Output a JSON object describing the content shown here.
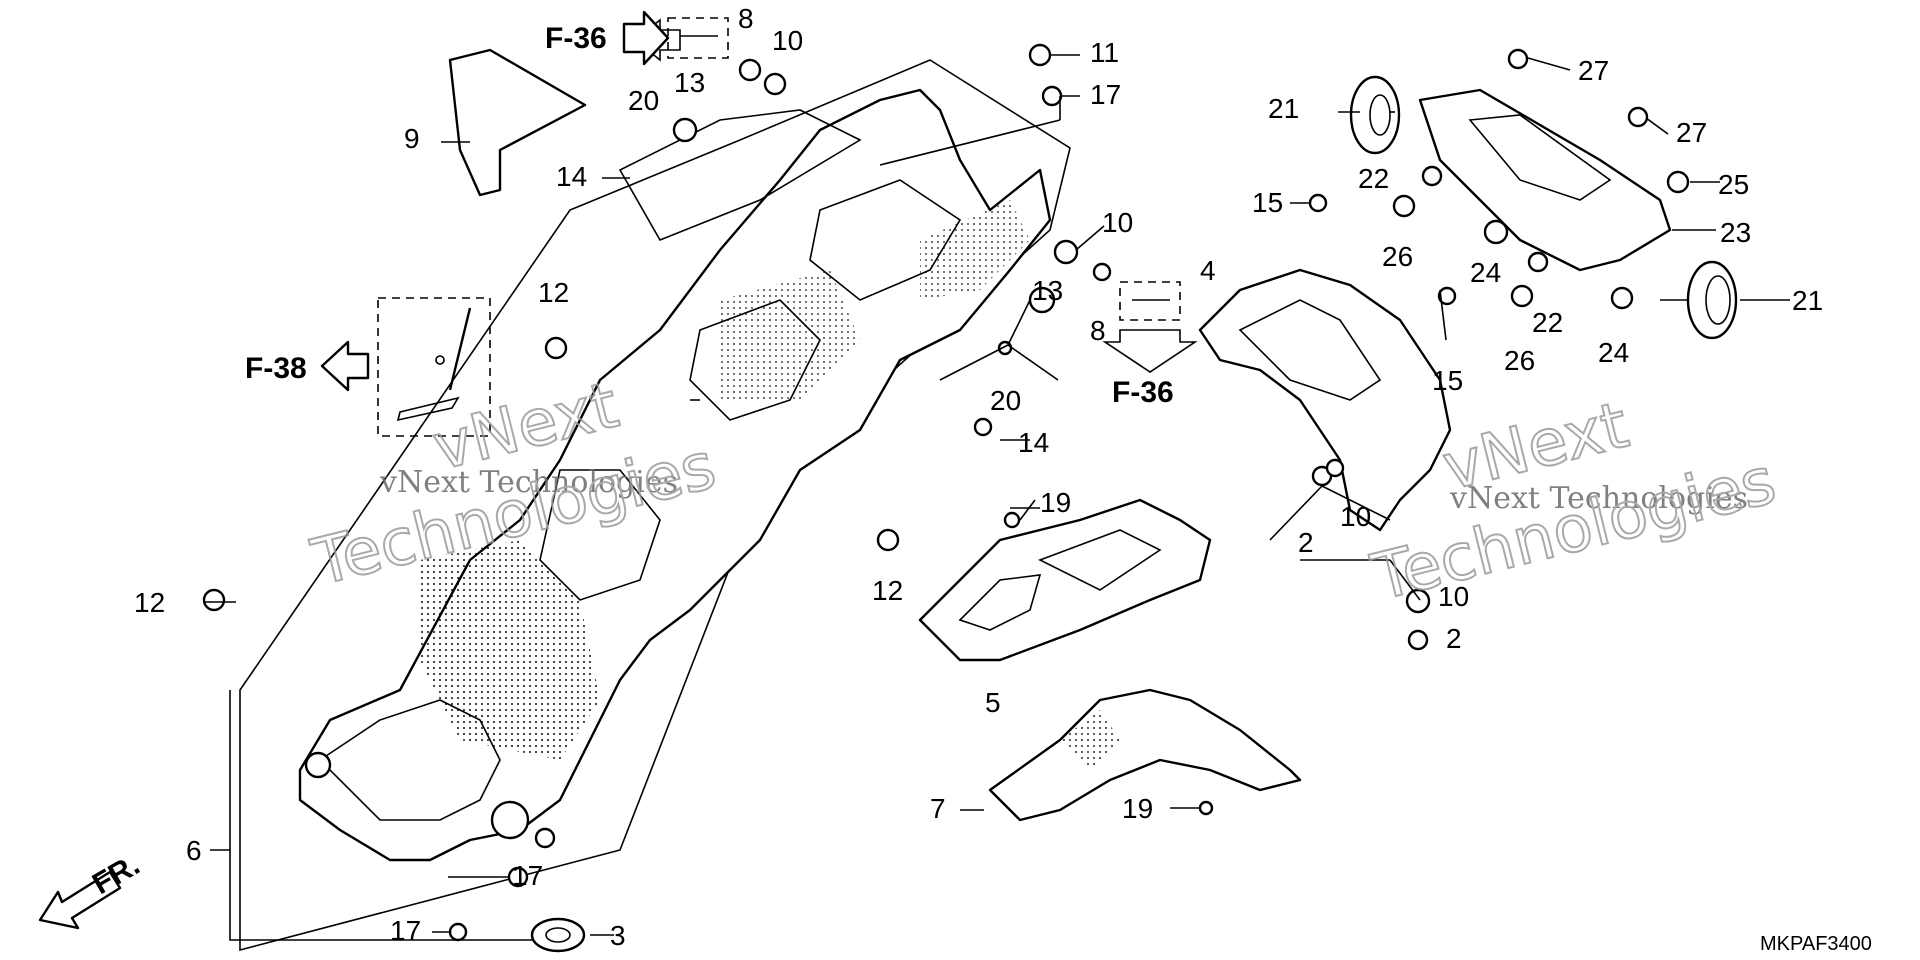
{
  "diagram": {
    "code": "MKPAF3400",
    "direction_label": "FR.",
    "watermark_text": "vNext Technologies",
    "watermark_lines": [
      "vNext",
      "Technologies"
    ],
    "refs": [
      "F-36",
      "F-38",
      "F-36"
    ],
    "callouts": {
      "c2a": "2",
      "c2b": "2",
      "c3": "3",
      "c4": "4",
      "c5": "5",
      "c6": "6",
      "c7": "7",
      "c8a": "8",
      "c8b": "8",
      "c9": "9",
      "c10a": "10",
      "c10b": "10",
      "c10c": "10",
      "c10d": "10",
      "c11": "11",
      "c12a": "12",
      "c12b": "12",
      "c12c": "12",
      "c13a": "13",
      "c13b": "13",
      "c14a": "14",
      "c14b": "14",
      "c15a": "15",
      "c15b": "15",
      "c17a": "17",
      "c17b": "17",
      "c17c": "17",
      "c19a": "19",
      "c19b": "19",
      "c20a": "20",
      "c20b": "20",
      "c21a": "21",
      "c21b": "21",
      "c22a": "22",
      "c22b": "22",
      "c23": "23",
      "c24a": "24",
      "c24b": "24",
      "c25": "25",
      "c26a": "26",
      "c26b": "26",
      "c27a": "27",
      "c27b": "27"
    }
  }
}
